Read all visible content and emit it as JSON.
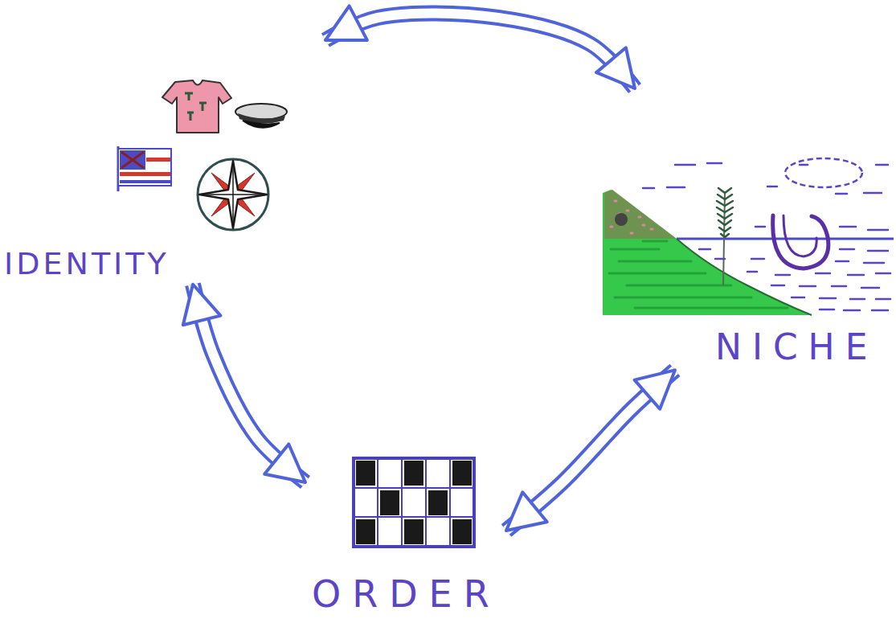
{
  "diagram": {
    "nodes": [
      {
        "text": [
          "IDENTITY"
        ]
      },
      {
        "text": [
          "NICHE"
        ]
      },
      {
        "text": [
          "ORDER"
        ]
      }
    ],
    "edges": [
      {
        "from": 0,
        "to": 1,
        "arrow": "both"
      },
      {
        "from": 0,
        "to": 2,
        "arrow": "both"
      },
      {
        "from": 2,
        "to": 1,
        "arrow": "both"
      }
    ]
  }
}
